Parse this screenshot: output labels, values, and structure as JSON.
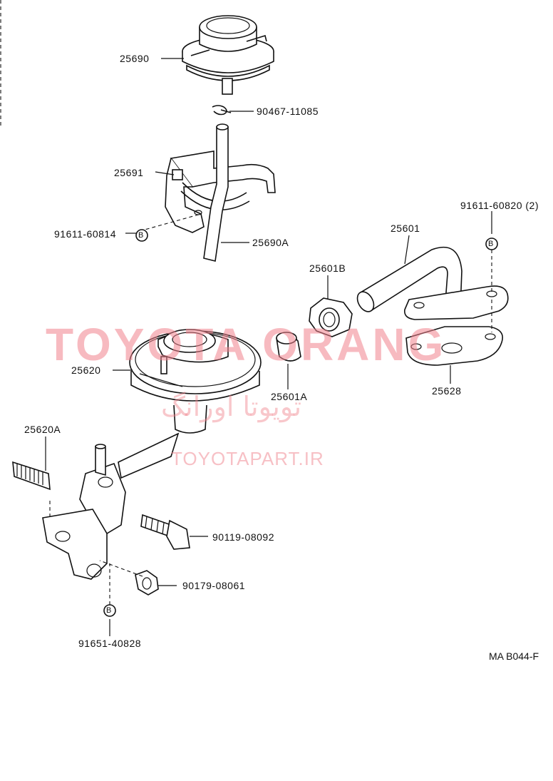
{
  "part_numbers": {
    "p25690": "25690",
    "p90467": "90467-11085",
    "p25691": "25691",
    "p91611_60814": "91611-60814",
    "p25690A": "25690A",
    "p91611_60820": "91611-60820 (2)",
    "p25601": "25601",
    "p25601B": "25601B",
    "p25620": "25620",
    "p25601A": "25601A",
    "p25628": "25628",
    "p25620A": "25620A",
    "p90119": "90119-08092",
    "p90179": "90179-08061",
    "p91651": "91651-40828"
  },
  "diagram_code": "MA B044-F",
  "bolt_marker": "B",
  "watermark": {
    "title": "TOYOTA ORANG",
    "persian": "تویوتا اورانگ",
    "url": "TOYOTAPART.IR",
    "color": "#f0828c"
  }
}
